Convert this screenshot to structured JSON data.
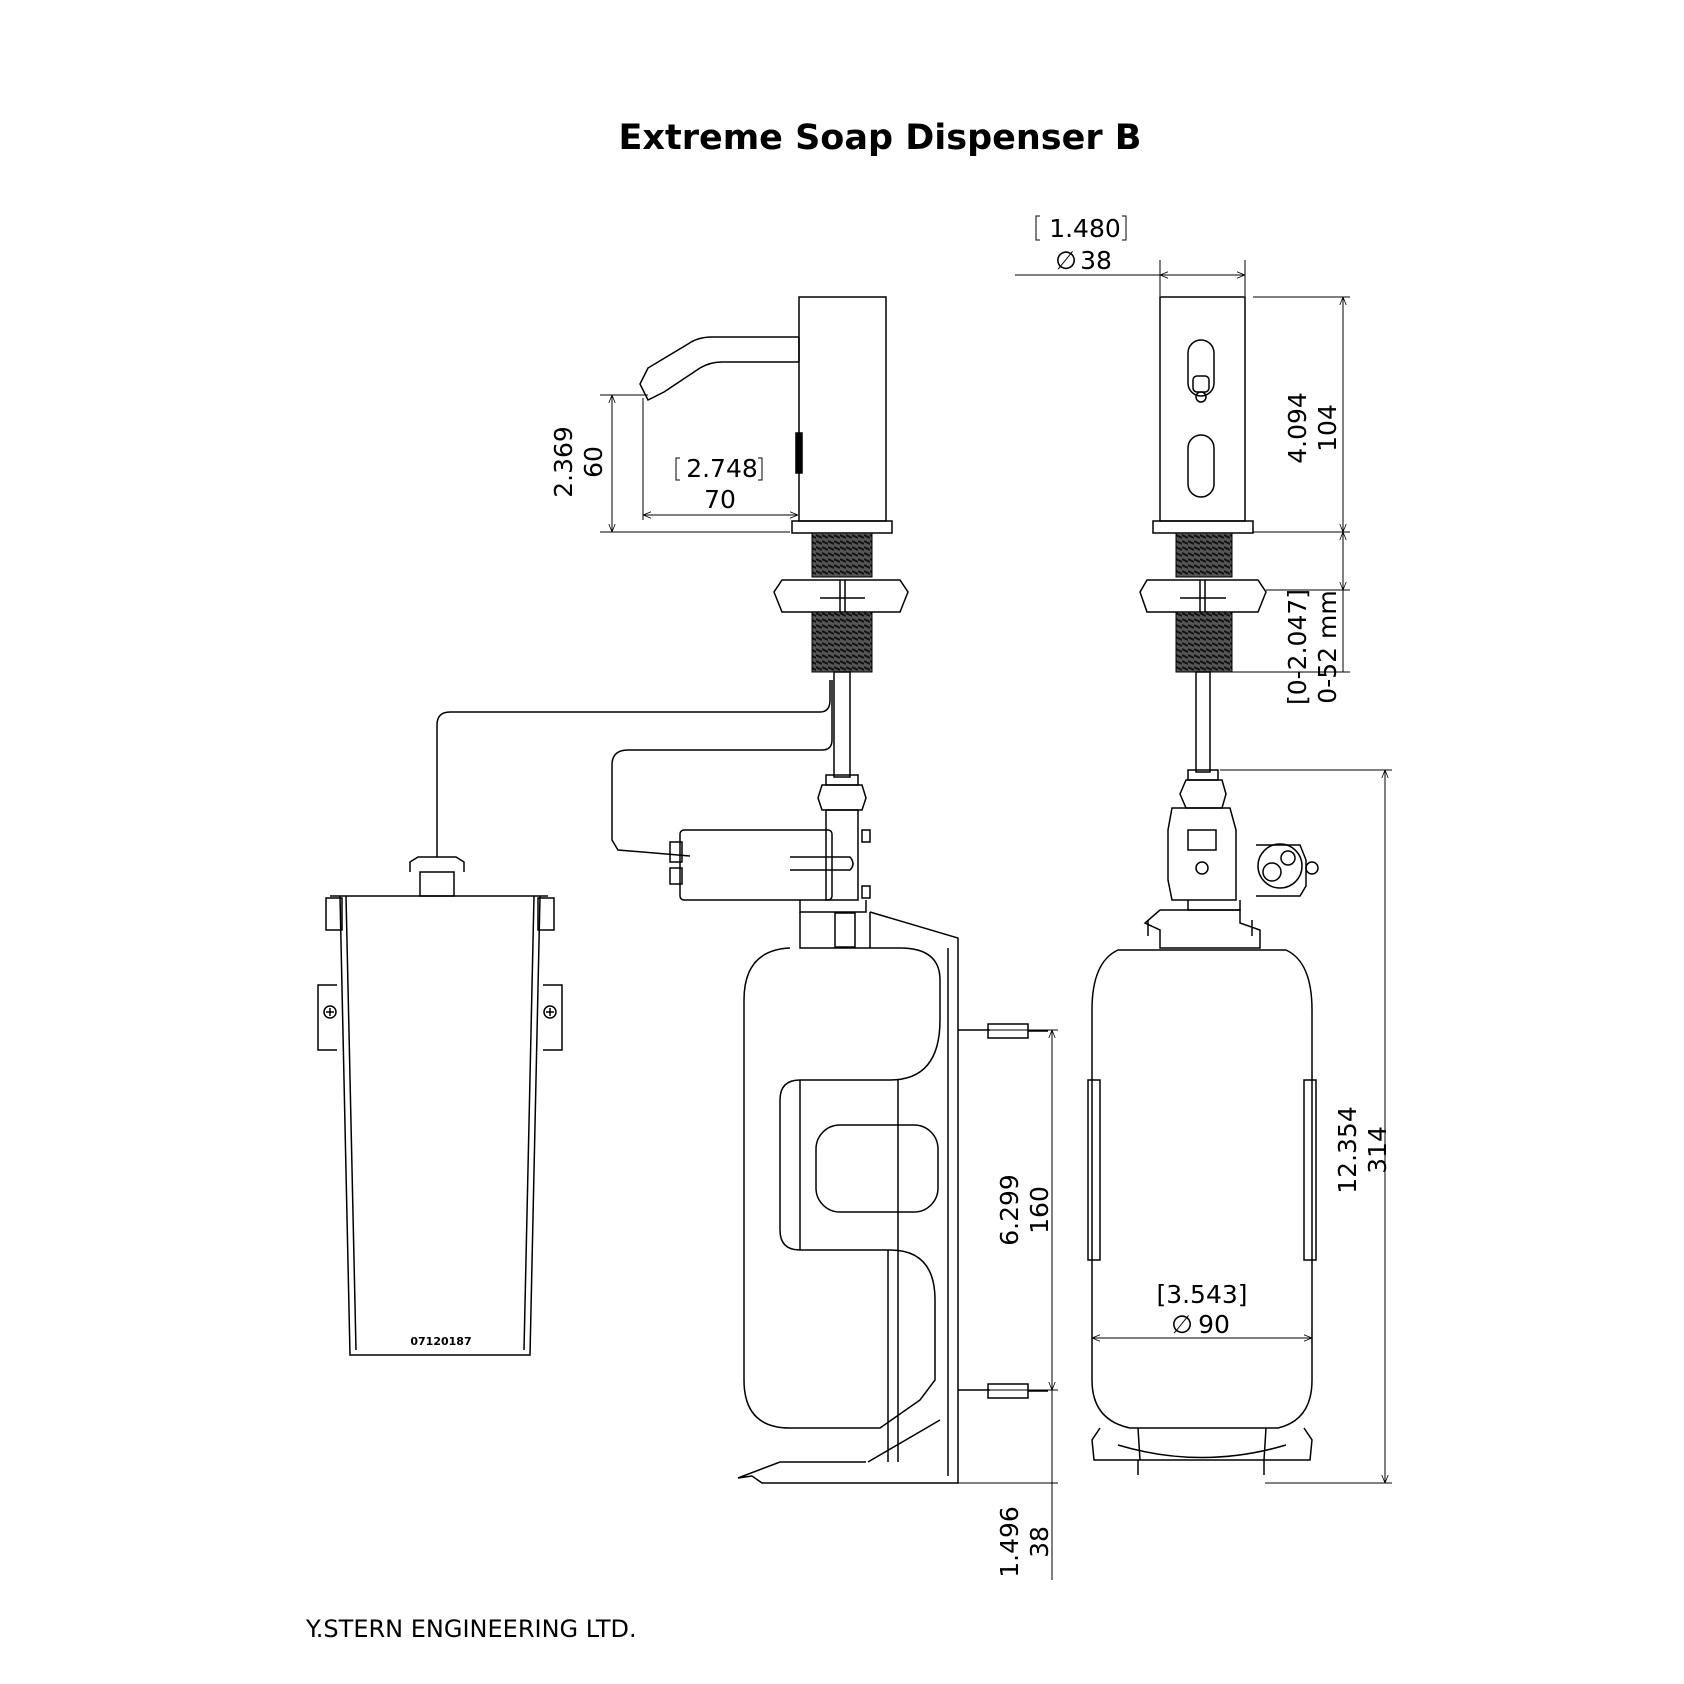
{
  "title": "Extreme Soap Dispenser B",
  "footer": "Y.STERN ENGINEERING LTD.",
  "battery_box_label": "07120187",
  "dimensions": {
    "top_diameter_in": "1.480",
    "top_diameter_mm": "38",
    "spout_height_in": "2.369",
    "spout_height_mm": "60",
    "spout_reach_in": "2.748",
    "spout_reach_mm": "70",
    "body_height_in": "4.094",
    "body_height_mm": "104",
    "deck_thickness_in": "[0-2.047]",
    "deck_thickness_mm": "0-52 mm",
    "bracket_span_in": "6.299",
    "bracket_span_mm": "160",
    "bottom_clearance_in": "1.496",
    "bottom_clearance_mm": "38",
    "total_height_in": "12.354",
    "total_height_mm": "314",
    "bottle_diameter_in": "[3.543]",
    "bottle_diameter_mm": "90"
  }
}
